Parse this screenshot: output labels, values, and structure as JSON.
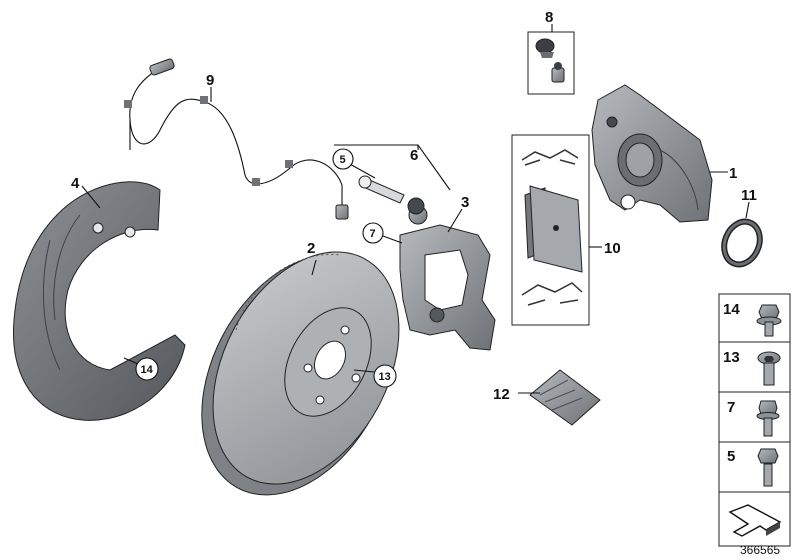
{
  "callouts": {
    "c1": "1",
    "c2": "2",
    "c3": "3",
    "c4": "4",
    "c5": "5",
    "c6": "6",
    "c7": "7",
    "c8": "8",
    "c9": "9",
    "c10": "10",
    "c11": "11",
    "c12": "12",
    "c13_disc": "13",
    "c14_shield": "14"
  },
  "legend": {
    "items": [
      {
        "label": "14",
        "icon": "flange-bolt-icon"
      },
      {
        "label": "13",
        "icon": "hex-socket-bolt-icon"
      },
      {
        "label": "7",
        "icon": "guide-bolt-icon"
      },
      {
        "label": "5",
        "icon": "hex-bolt-icon"
      }
    ],
    "arrow_icon": "direction-arrow-icon"
  },
  "catalog_number": "366565",
  "colors": {
    "part_fill": "#8f9398",
    "part_dark": "#5d6166",
    "part_light": "#c7cacd",
    "line": "#111111"
  }
}
